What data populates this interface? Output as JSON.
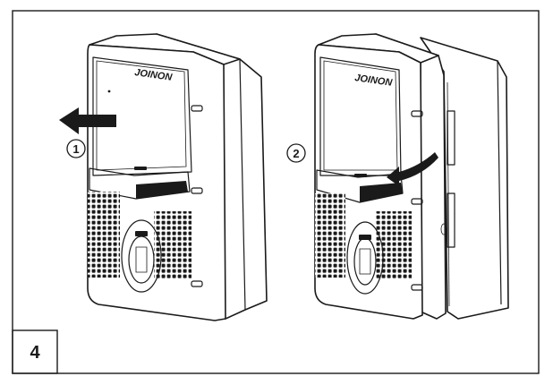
{
  "figure_number": "4",
  "steps": [
    {
      "number": "1"
    },
    {
      "number": "2"
    }
  ],
  "brand_text": "JOINON",
  "colors": {
    "line": "#1a1a1a",
    "background": "#ffffff"
  }
}
